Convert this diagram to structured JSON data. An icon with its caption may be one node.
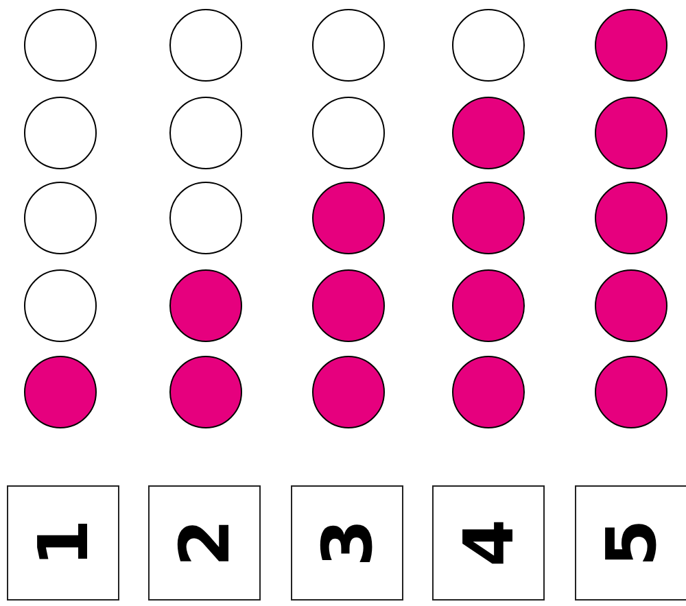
{
  "diagram": {
    "nodes": [
      {
        "text": [],
        "shape": "circle"
      },
      {
        "text": [],
        "shape": "circle"
      },
      {
        "text": [],
        "shape": "circle"
      },
      {
        "text": [],
        "shape": "circle"
      },
      {
        "text": [],
        "shape": "circle"
      },
      {
        "text": [],
        "shape": "circle"
      },
      {
        "text": [],
        "shape": "circle"
      },
      {
        "text": [],
        "shape": "circle"
      },
      {
        "text": [],
        "shape": "circle"
      },
      {
        "text": [],
        "shape": "circle"
      },
      {
        "text": [],
        "shape": "circle"
      },
      {
        "text": [],
        "shape": "circle"
      },
      {
        "text": [],
        "shape": "circle"
      },
      {
        "text": [],
        "shape": "circle"
      },
      {
        "text": [],
        "shape": "circle"
      },
      {
        "text": [],
        "shape": "circle"
      },
      {
        "text": [],
        "shape": "circle"
      },
      {
        "text": [],
        "shape": "circle"
      },
      {
        "text": [],
        "shape": "circle"
      },
      {
        "text": [],
        "shape": "circle"
      },
      {
        "text": [],
        "shape": "circle"
      },
      {
        "text": [],
        "shape": "circle"
      },
      {
        "text": [],
        "shape": "circle"
      },
      {
        "text": [],
        "shape": "circle"
      },
      {
        "text": [],
        "shape": "circle"
      },
      {
        "text": [
          "1"
        ]
      },
      {
        "text": [
          "2"
        ]
      },
      {
        "text": [
          "3"
        ]
      },
      {
        "text": [
          "4"
        ]
      },
      {
        "text": [
          "5"
        ]
      }
    ]
  }
}
